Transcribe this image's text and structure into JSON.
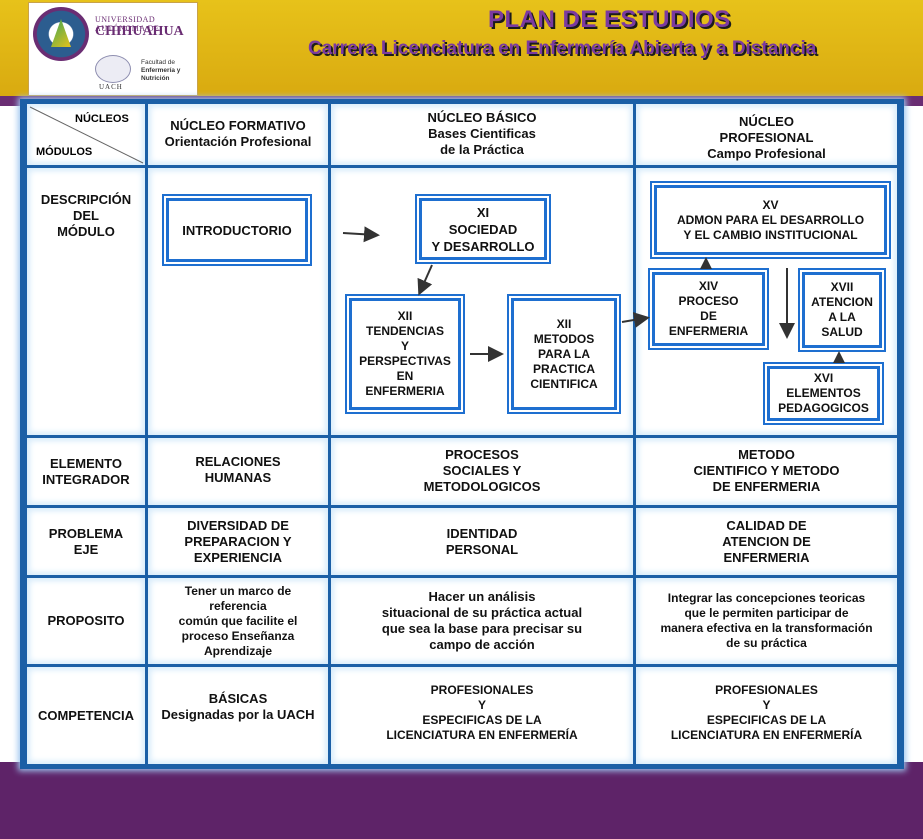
{
  "header": {
    "university_line1": "UNIVERSIDAD AUTÓNOMA DE",
    "university_line2": "CHIHUAHUA",
    "uach": "UACH",
    "faculty_line1": "Facultad de",
    "faculty_line2": "Enfermería y",
    "faculty_line3": "Nutrición",
    "title": "PLAN DE ESTUDIOS",
    "subtitle": "Carrera Licenciatura en Enfermería Abierta y a Distancia"
  },
  "corner": {
    "top": "NÚCLEOS",
    "bottom": "MÓDULOS"
  },
  "columns": {
    "formativo": [
      "NÚCLEO FORMATIVO",
      "Orientación Profesional"
    ],
    "basico": [
      "NÚCLEO BÁSICO",
      "Bases Cientificas",
      "de la Práctica"
    ],
    "profesional": [
      "NÚCLEO",
      "PROFESIONAL",
      "Campo Profesional"
    ]
  },
  "rows": {
    "descripcion": [
      "DESCRIPCIÓN",
      "DEL",
      "MÓDULO"
    ],
    "elemento": [
      "ELEMENTO",
      "INTEGRADOR"
    ],
    "problema": [
      "PROBLEMA",
      "EJE"
    ],
    "proposito": [
      "PROPOSITO"
    ],
    "competencia": [
      "COMPETENCIA"
    ]
  },
  "modules": {
    "introductorio": [
      "INTRODUCTORIO"
    ],
    "xi": [
      "XI",
      "SOCIEDAD",
      "Y DESARROLLO"
    ],
    "xii_tend": [
      "XII",
      "TENDENCIAS",
      "Y",
      "PERSPECTIVAS",
      "EN",
      "ENFERMERIA"
    ],
    "xii_met": [
      "XII",
      "METODOS",
      "PARA LA",
      "PRACTICA",
      "CIENTIFICA"
    ],
    "xv": [
      "XV",
      "ADMON PARA EL DESARROLLO",
      "Y EL CAMBIO INSTITUCIONAL"
    ],
    "xiv": [
      "XIV",
      "PROCESO",
      "DE",
      "ENFERMERIA"
    ],
    "xvii": [
      "XVII",
      "ATENCION",
      "A LA",
      "SALUD"
    ],
    "xvi": [
      "XVI",
      "ELEMENTOS",
      "PEDAGOGICOS"
    ]
  },
  "elemento_integrador": {
    "formativo": [
      "RELACIONES",
      "HUMANAS"
    ],
    "basico": [
      "PROCESOS",
      "SOCIALES Y",
      "METODOLOGICOS"
    ],
    "profesional": [
      "METODO",
      "CIENTIFICO Y METODO",
      "DE ENFERMERIA"
    ]
  },
  "problema_eje": {
    "formativo": [
      "DIVERSIDAD DE",
      "PREPARACION Y",
      "EXPERIENCIA"
    ],
    "basico": [
      "IDENTIDAD",
      "PERSONAL"
    ],
    "profesional": [
      "CALIDAD DE",
      "ATENCION DE",
      "ENFERMERIA"
    ]
  },
  "proposito": {
    "formativo": [
      "Tener un marco de",
      "referencia",
      "común que facilite el",
      "proceso Enseñanza",
      "Aprendizaje"
    ],
    "basico": [
      "Hacer un análisis",
      "situacional de su práctica actual",
      "que sea la base para precisar su",
      "campo de acción"
    ],
    "profesional": [
      "Integrar las concepciones teoricas",
      "que le permiten participar de",
      "manera efectiva en la transformación",
      "de su práctica"
    ]
  },
  "competencia": {
    "formativo": [
      "BÁSICAS",
      "Designadas por la UACH"
    ],
    "basico": [
      "PROFESIONALES",
      "Y",
      "ESPECIFICAS DE LA",
      "LICENCIATURA EN ENFERMERÍA"
    ],
    "profesional": [
      "PROFESIONALES",
      "Y",
      "ESPECIFICAS DE LA",
      "LICENCIATURA EN ENFERMERÍA"
    ]
  }
}
